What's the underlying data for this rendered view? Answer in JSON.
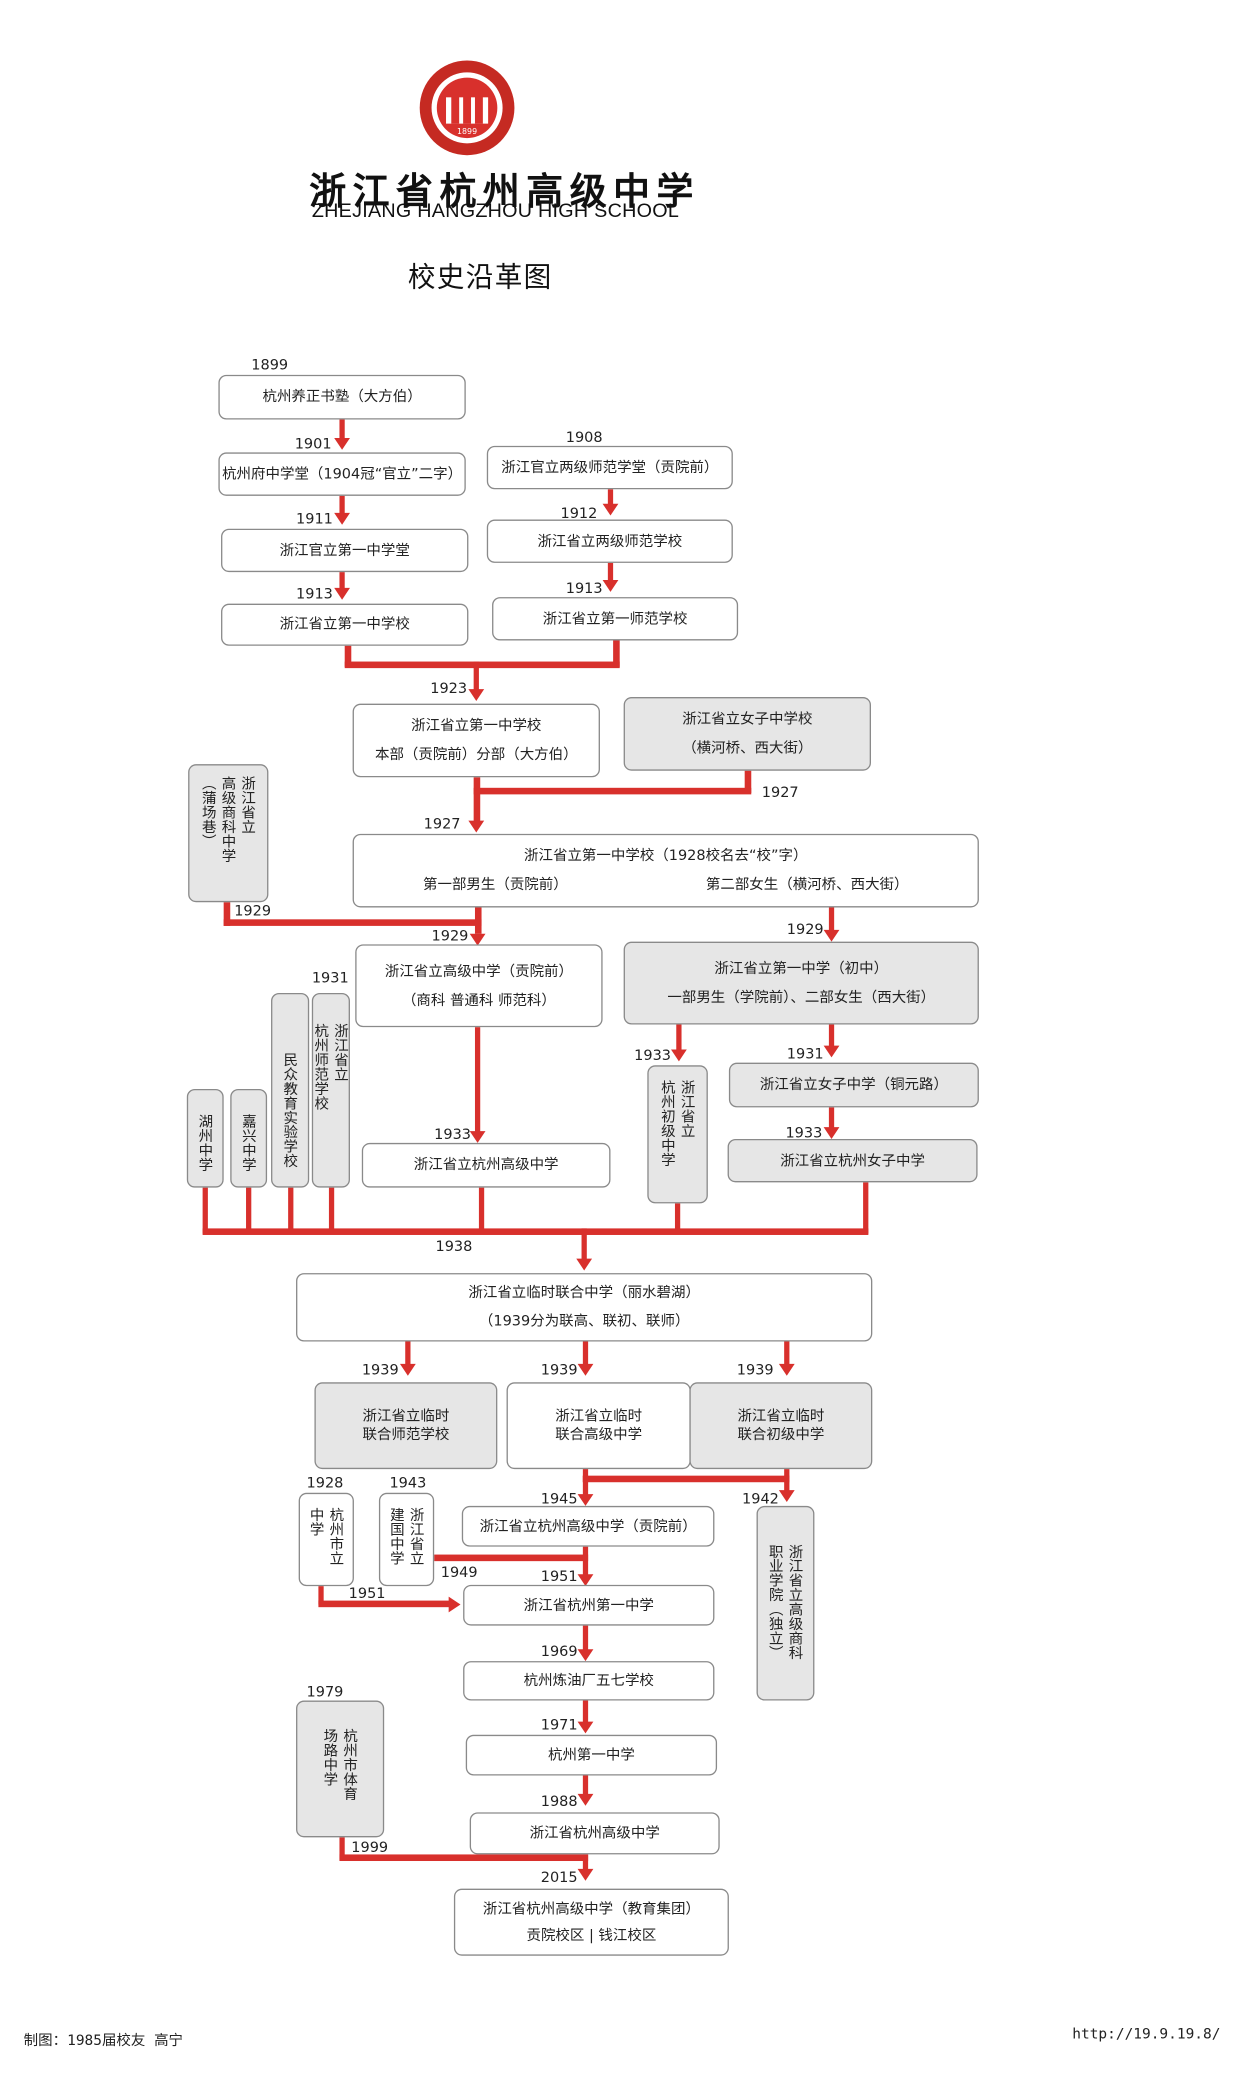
{
  "header": {
    "school_cn": "浙江省杭州高级中学",
    "school_en": "ZHEJIANG HANGZHOU HIGH SCHOOL",
    "chart_title": "校史沿革图",
    "logo_year": "1899"
  },
  "colors": {
    "accent": "#d8302c",
    "box_border": "#8a8a8a",
    "box_gray": "#e6e6e6"
  },
  "years": {
    "y1899": "1899",
    "y1901": "1901",
    "y1908": "1908",
    "y1911": "1911",
    "y1912": "1912",
    "y1913a": "1913",
    "y1913b": "1913",
    "y1923": "1923",
    "y1927a": "1927",
    "y1927b": "1927",
    "y1929a": "1929",
    "y1929b": "1929",
    "y1929c": "1929",
    "y1931a": "1931",
    "y1931b": "1931",
    "y1933a": "1933",
    "y1933b": "1933",
    "y1933c": "1933",
    "y1938": "1938",
    "y1939a": "1939",
    "y1939b": "1939",
    "y1939c": "1939",
    "y1928": "1928",
    "y1943": "1943",
    "y1945": "1945",
    "y1942": "1942",
    "y1949": "1949",
    "y1951a": "1951",
    "y1951b": "1951",
    "y1969": "1969",
    "y1971": "1971",
    "y1979": "1979",
    "y1988": "1988",
    "y1999": "1999",
    "y2015": "2015"
  },
  "boxes": {
    "b1899": "杭州养正书塾（大方伯）",
    "b1901": "杭州府中学堂（1904冠“官立”二字）",
    "b1911": "浙江官立第一中学堂",
    "b1913a": "浙江省立第一中学校",
    "b1908": "浙江官立两级师范学堂（贡院前）",
    "b1912": "浙江省立两级师范学校",
    "b1913b": "浙江省立第一师范学校",
    "b1923_l1": "浙江省立第一中学校",
    "b1923_l2": "本部（贡院前）分部（大方伯）",
    "girls_l1": "浙江省立女子中学校",
    "girls_l2": "（横河桥、西大街）",
    "commerce_c1": "浙江省立",
    "commerce_c2": "高级商科中学",
    "commerce_c3": "（蒲场巷）",
    "b1927_l1": "浙江省立第一中学校（1928校名去“校”字）",
    "b1927_l2a": "第一部男生（贡院前）",
    "b1927_l2b": "第二部女生（横河桥、西大街）",
    "b1929a_l1": "浙江省立高级中学（贡院前）",
    "b1929a_l2": "（商科  普通科  师范科）",
    "b1929b_l1": "浙江省立第一中学（初中）",
    "b1929b_l2": "一部男生（学院前）、二部女生（西大街）",
    "huzhou": "湖州中学",
    "jiaxing": "嘉兴中学",
    "minzhong": "民众教育实验学校",
    "hzsf_c1": "浙江省立",
    "hzsf_c2": "杭州师范学校",
    "b1933a": "浙江省立杭州高级中学",
    "hzcj_c1": "浙江省立",
    "hzcj_c2": "杭州初级中学",
    "b1931b": "浙江省立女子中学（铜元路）",
    "b1933c": "浙江省立杭州女子中学",
    "b1938_l1": "浙江省立临时联合中学（丽水碧湖）",
    "b1938_l2": "（1939分为联高、联初、联师）",
    "lianshi_l1": "浙江省立临时",
    "lianshi_l2": "联合师范学校",
    "liangao_l1": "浙江省立临时",
    "liangao_l2": "联合高级中学",
    "lianchu_l1": "浙江省立临时",
    "lianchu_l2": "联合初级中学",
    "hzsl_c1": "杭州市立",
    "hzsl_c2": "中学",
    "jianguo_c1": "浙江省立",
    "jianguo_c2": "建国中学",
    "b1945": "浙江省立杭州高级中学（贡院前）",
    "vocational_c1": "浙江省立高级商科",
    "vocational_c2": "职业学院（独立）",
    "b1951": "浙江省杭州第一中学",
    "b1969": "杭州炼油厂五七学校",
    "b1971": "杭州第一中学",
    "tiyu_c1": "杭州市体育",
    "tiyu_c2": "场路中学",
    "b1988": "浙江省杭州高级中学",
    "b2015_l1": "浙江省杭州高级中学（教育集团）",
    "b2015_l2": "贡院校区 | 钱江校区"
  },
  "footer": {
    "maker": "制图：1985届校友 高宁",
    "url": "http://19.9.19.8/"
  }
}
